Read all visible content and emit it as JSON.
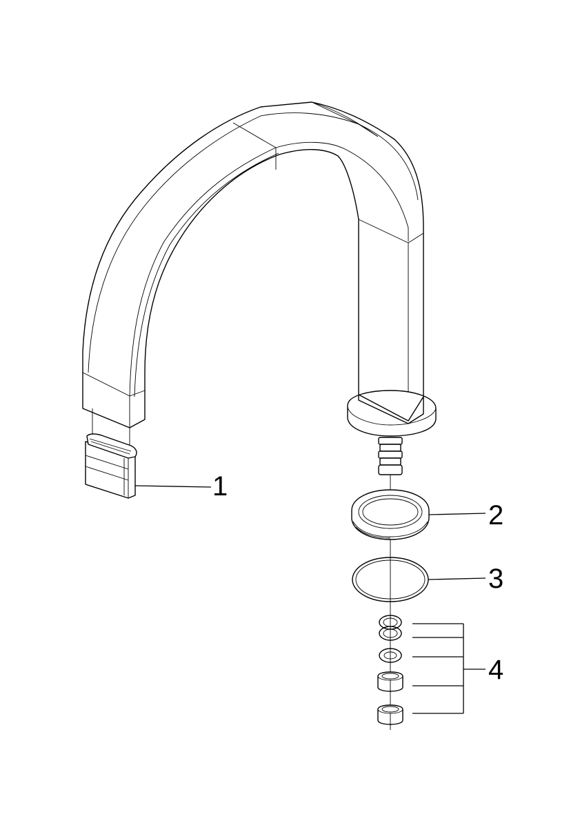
{
  "callouts": [
    {
      "id": "part-1",
      "label": "1"
    },
    {
      "id": "part-2",
      "label": "2"
    },
    {
      "id": "part-3",
      "label": "3"
    },
    {
      "id": "part-4",
      "label": "4"
    }
  ],
  "colors": {
    "line": "#000000",
    "background": "#ffffff"
  }
}
